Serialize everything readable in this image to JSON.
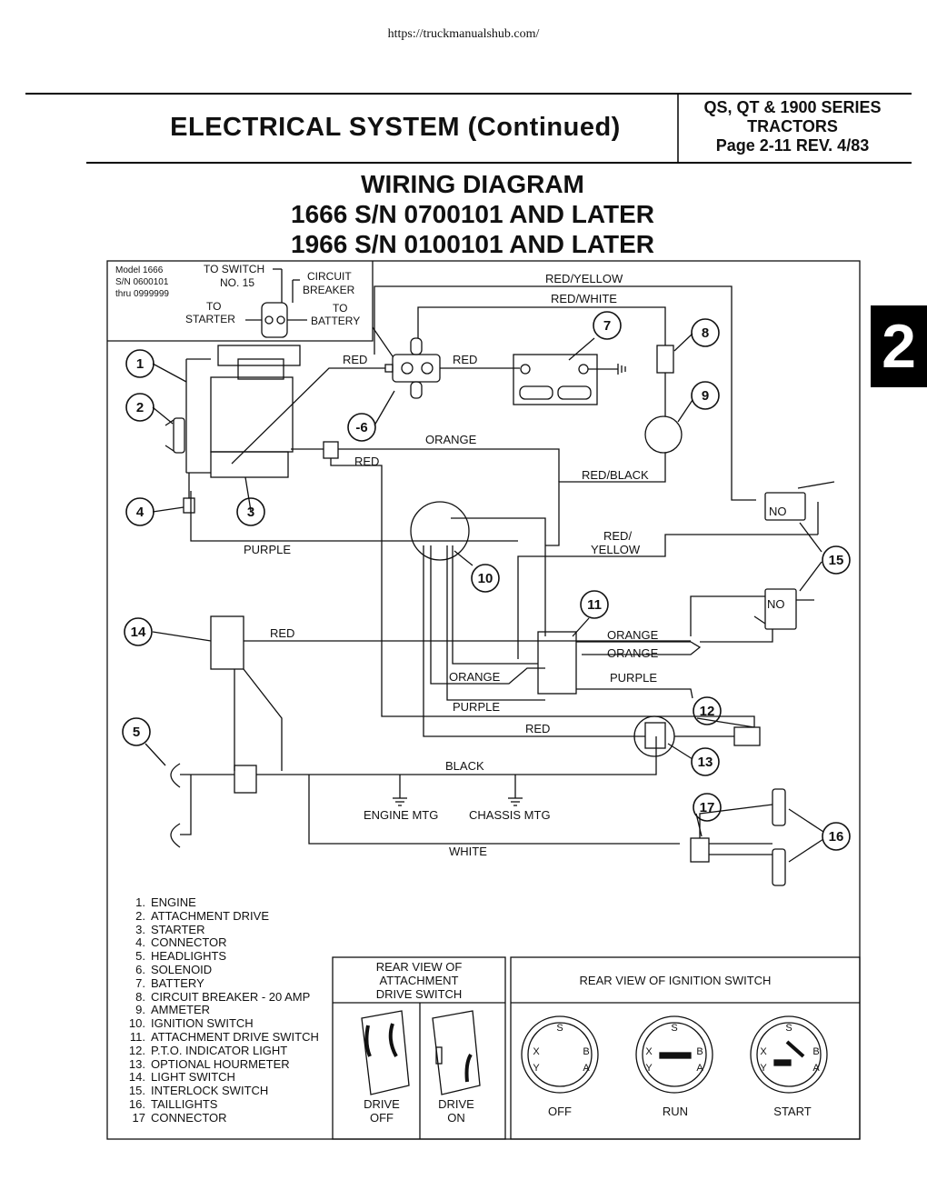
{
  "url": "https://truckmanualshub.com/",
  "header": {
    "title": "ELECTRICAL  SYSTEM  (Continued)",
    "series_line1": "QS, QT & 1900 SERIES",
    "series_line2": "TRACTORS",
    "page_ref": "Page 2-11 REV. 4/83"
  },
  "section_tab": "2",
  "diagram_title": {
    "line1": "WIRING DIAGRAM",
    "line2": "1666 S/N 0700101 AND LATER",
    "line3": "1966 S/N 0100101 AND LATER"
  },
  "inset": {
    "model_line1": "Model 1666",
    "model_line2": "S/N 0600101",
    "model_line3": "thru 0999999",
    "to_switch": "TO SWITCH",
    "no15": "NO. 15",
    "circuit": "CIRCUIT",
    "breaker": "BREAKER",
    "to1": "TO",
    "starter": "STARTER",
    "to2": "TO",
    "battery": "BATTERY"
  },
  "wires": {
    "red_yellow_top": "RED/YELLOW",
    "red_white": "RED/WHITE",
    "red_left": "RED",
    "red_right": "RED",
    "orange_top": "ORANGE",
    "red_small": "RED",
    "red_black": "RED/BLACK",
    "red_yellow_mid_1": "RED/",
    "red_yellow_mid_2": "YELLOW",
    "purple_left": "PURPLE",
    "red_14": "RED",
    "orange_11a": "ORANGE",
    "orange_11b": "ORANGE",
    "orange_bottom": "ORANGE",
    "purple_11": "PURPLE",
    "purple_bottom": "PURPLE",
    "red_12": "RED",
    "black": "BLACK",
    "engine_mtg": "ENGINE MTG",
    "chassis_mtg": "CHASSIS MTG",
    "white": "WHITE",
    "no_top": "NO",
    "no_bottom": "NO"
  },
  "callouts": [
    "1",
    "2",
    "3",
    "4",
    "5",
    "-6",
    "7",
    "8",
    "9",
    "10",
    "11",
    "12",
    "13",
    "14",
    "15",
    "16",
    "17"
  ],
  "legend": [
    {
      "num": "1.",
      "label": "ENGINE"
    },
    {
      "num": "2.",
      "label": "ATTACHMENT DRIVE"
    },
    {
      "num": "3.",
      "label": "STARTER"
    },
    {
      "num": "4.",
      "label": "CONNECTOR"
    },
    {
      "num": "5.",
      "label": "HEADLIGHTS"
    },
    {
      "num": "6.",
      "label": "SOLENOID"
    },
    {
      "num": "7.",
      "label": "BATTERY"
    },
    {
      "num": "8.",
      "label": "CIRCUIT BREAKER - 20 AMP"
    },
    {
      "num": "9.",
      "label": "AMMETER"
    },
    {
      "num": "10.",
      "label": "IGNITION SWITCH"
    },
    {
      "num": "11.",
      "label": "ATTACHMENT DRIVE SWITCH"
    },
    {
      "num": "12.",
      "label": "P.T.O. INDICATOR LIGHT"
    },
    {
      "num": "13.",
      "label": "OPTIONAL HOURMETER"
    },
    {
      "num": "14.",
      "label": "LIGHT SWITCH"
    },
    {
      "num": "15.",
      "label": "INTERLOCK SWITCH"
    },
    {
      "num": "16.",
      "label": "TAILLIGHTS"
    },
    {
      "num": "17",
      "label": "CONNECTOR"
    }
  ],
  "drive_switch": {
    "heading_1": "REAR VIEW OF",
    "heading_2": "ATTACHMENT",
    "heading_3": "DRIVE SWITCH",
    "off_1": "DRIVE",
    "off_2": "OFF",
    "on_1": "DRIVE",
    "on_2": "ON"
  },
  "ignition_switch": {
    "heading": "REAR VIEW OF IGNITION SWITCH",
    "positions": [
      "OFF",
      "RUN",
      "START"
    ],
    "terminals": {
      "s": "S",
      "x": "X",
      "b": "B",
      "y": "Y",
      "a": "A"
    }
  }
}
